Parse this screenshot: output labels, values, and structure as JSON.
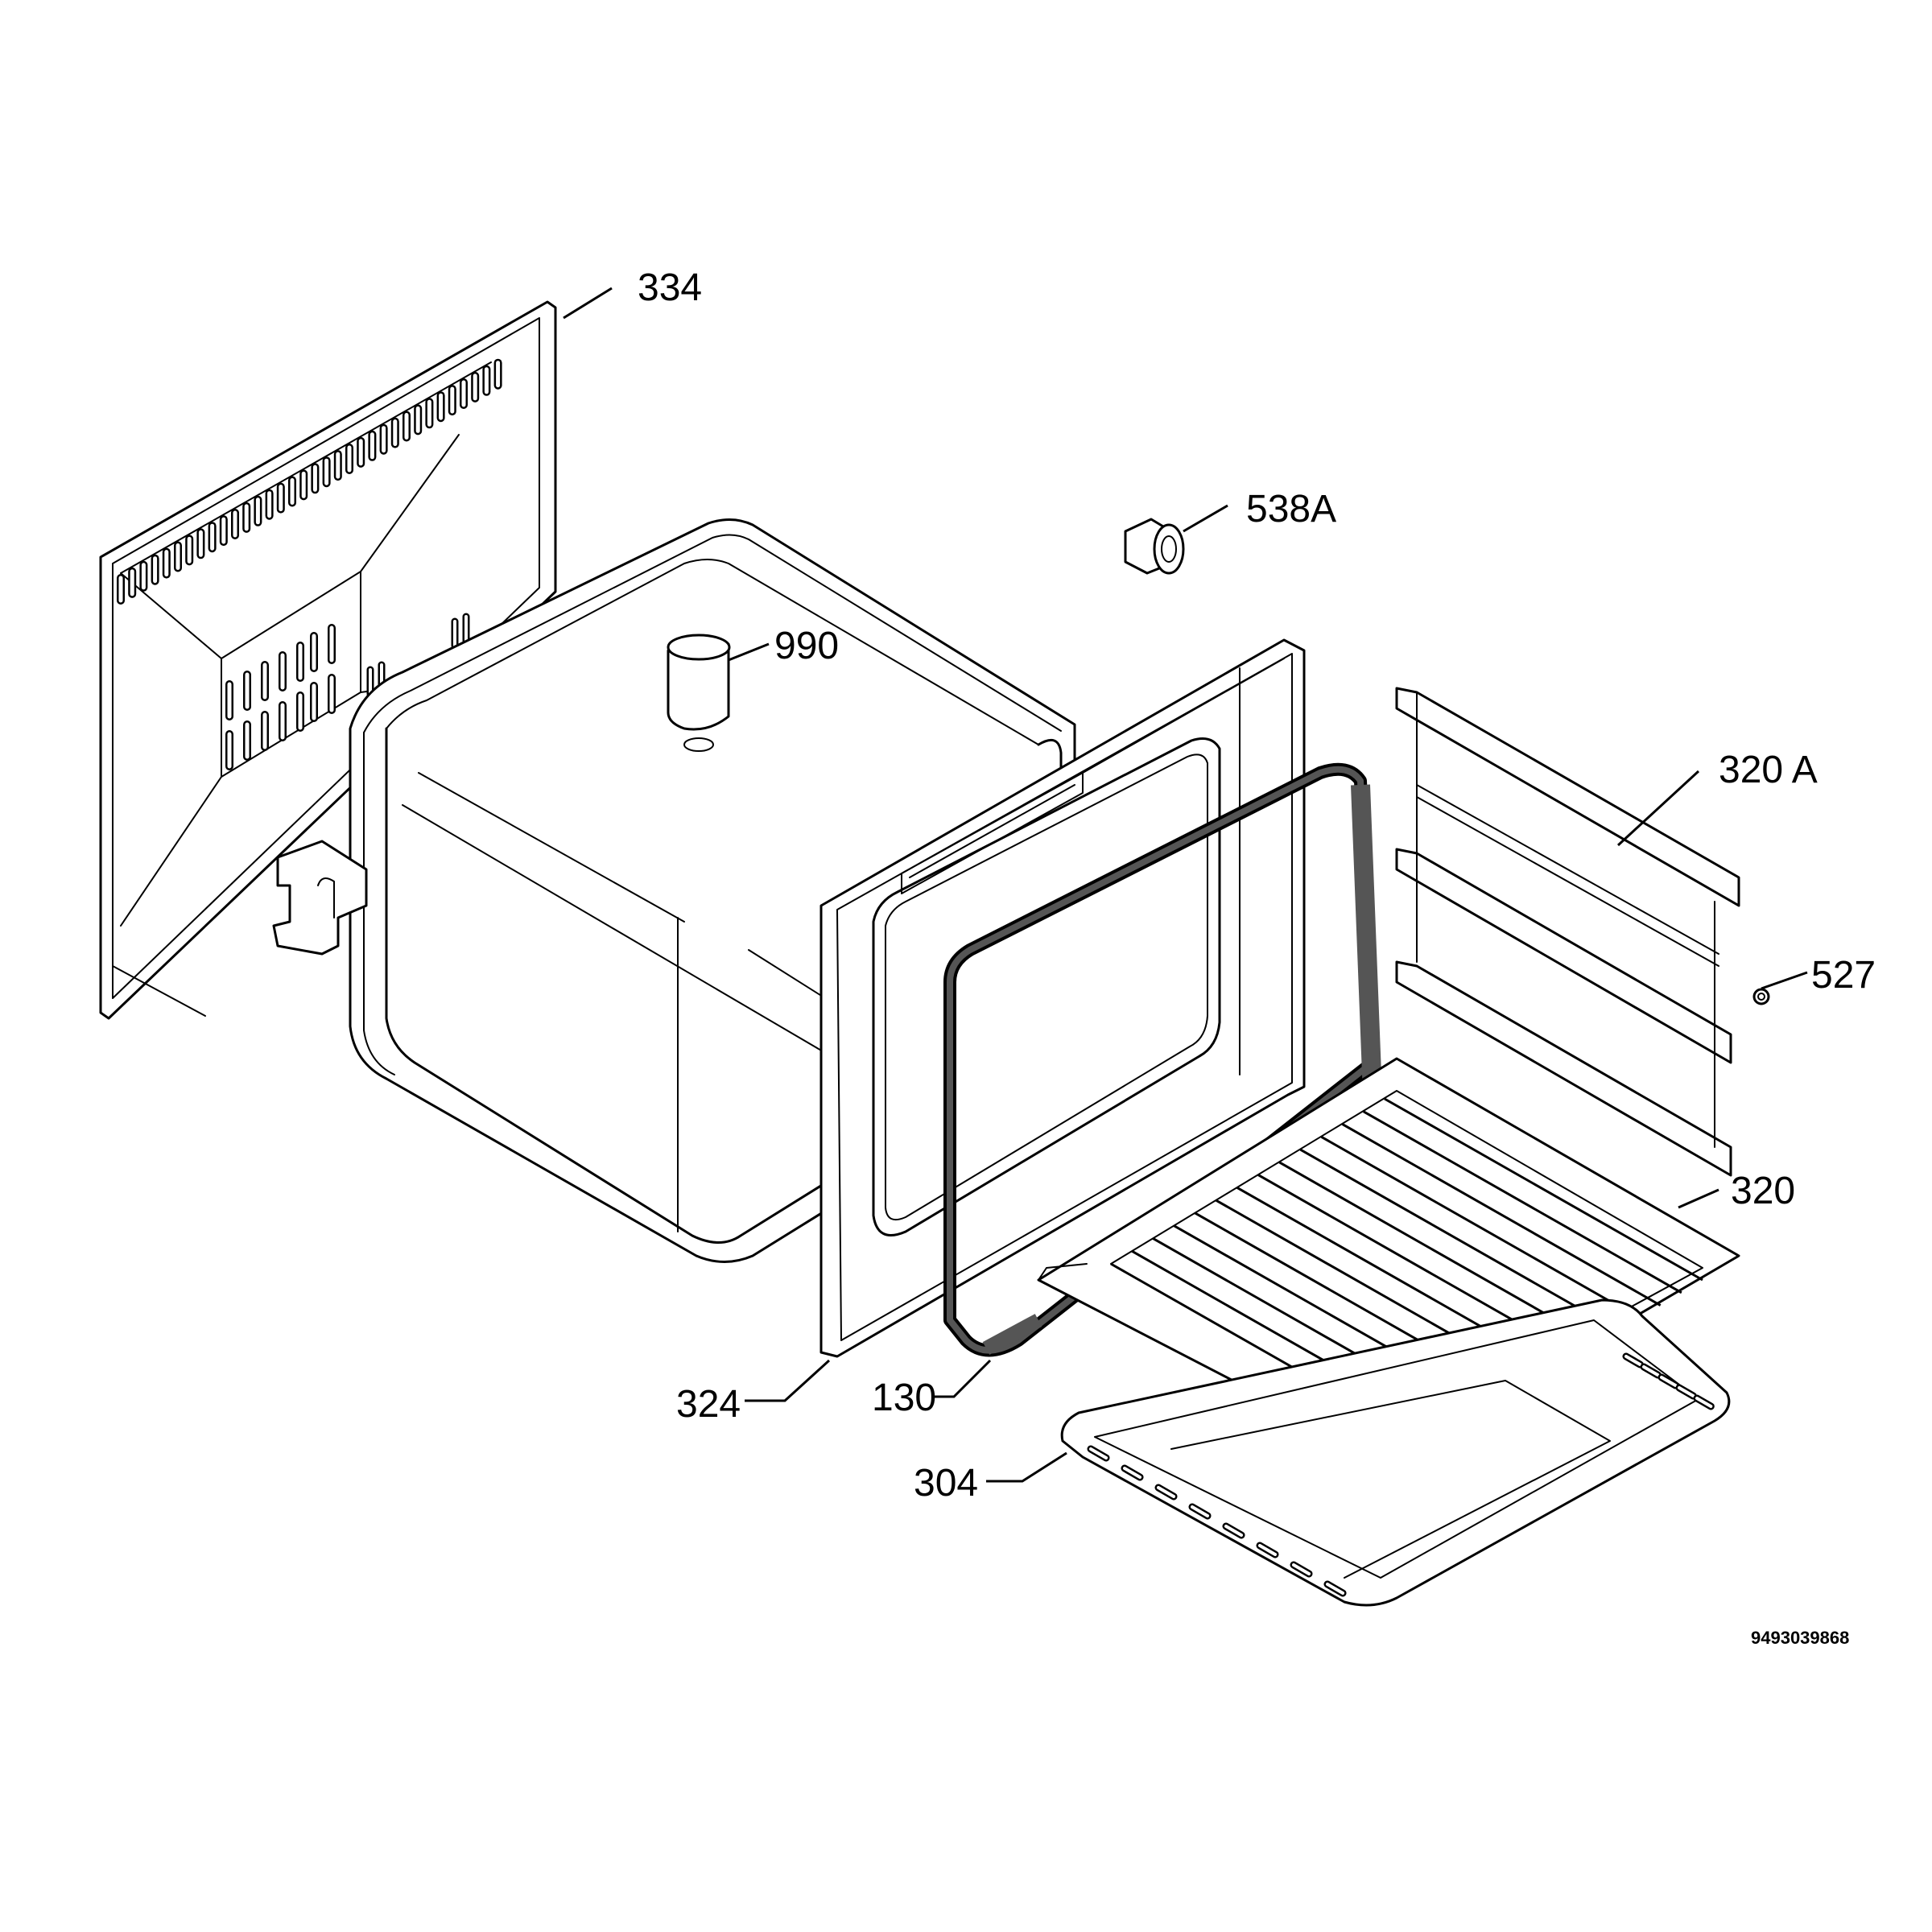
{
  "diagram": {
    "parts": [
      {
        "id": "334",
        "label": "334"
      },
      {
        "id": "538A",
        "label": "538A"
      },
      {
        "id": "990",
        "label": "990"
      },
      {
        "id": "320A",
        "label": "320 A"
      },
      {
        "id": "527",
        "label": "527"
      },
      {
        "id": "320",
        "label": "320"
      },
      {
        "id": "324",
        "label": "324"
      },
      {
        "id": "130",
        "label": "130"
      },
      {
        "id": "304",
        "label": "304"
      }
    ],
    "drawing_code": "9493039868"
  }
}
